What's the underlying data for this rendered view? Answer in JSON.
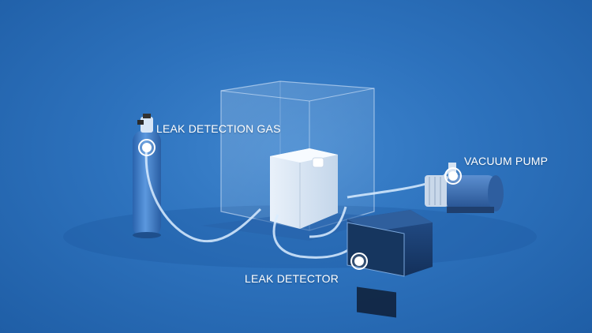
{
  "labels": {
    "leak_detection_gas": "LEAK DETECTION GAS",
    "vacuum_pump": "VACUUM PUMP",
    "leak_detector": "LEAK DETECTOR"
  },
  "colors": {
    "background": "#2d72bd",
    "label_text": "#ffffff",
    "tubing": "#d9ecff",
    "cylinder": "#3f7fcd",
    "detector_body": "#1b3f73",
    "pump_body": "#2f5fa6"
  },
  "icons": {
    "hotspot": "target-circle-icon"
  }
}
